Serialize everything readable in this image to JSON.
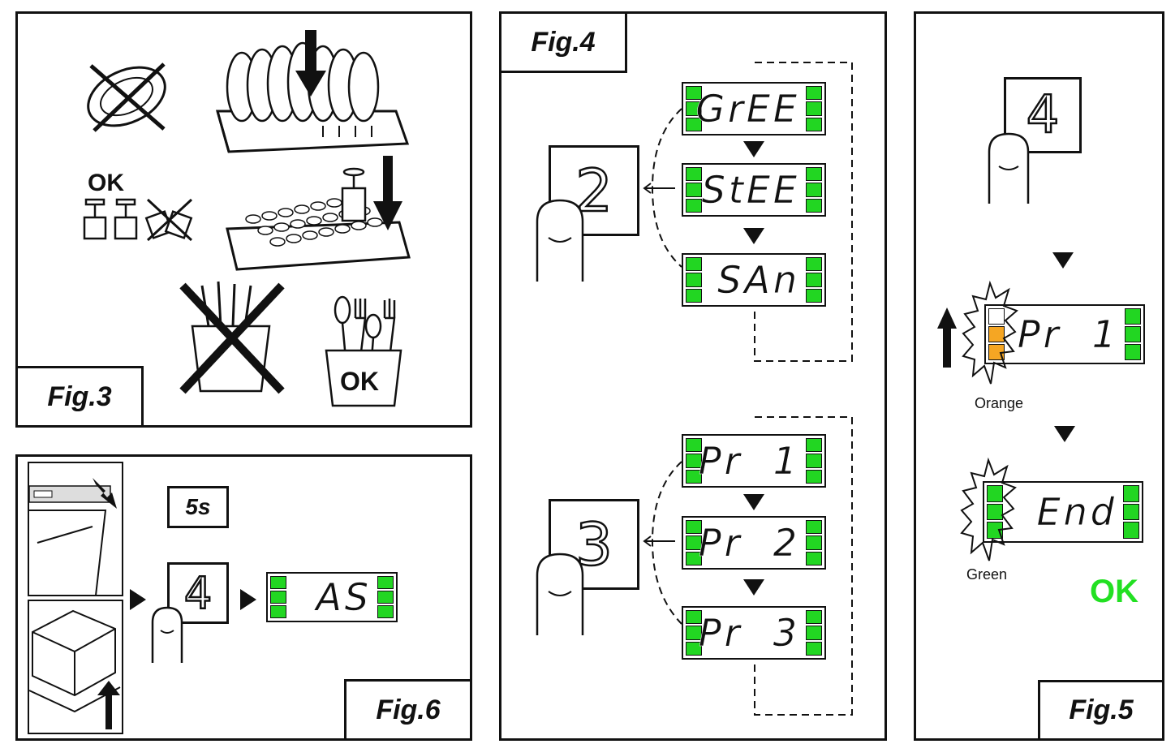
{
  "fig3": {
    "label": "Fig.3",
    "ok_glasses": "OK",
    "ok_cutlery": "OK"
  },
  "fig4": {
    "label": "Fig.4",
    "key_top": "2",
    "key_bottom": "3",
    "top_group": [
      "GrEE",
      "StEE",
      "SAn"
    ],
    "bottom_group": [
      "Pr  1",
      "Pr  2",
      "Pr  3"
    ]
  },
  "fig5": {
    "label": "Fig.5",
    "key": "4",
    "display_1": "Pr  1",
    "display_2": "End",
    "orange_label": "Orange",
    "green_label": "Green",
    "ok": "OK"
  },
  "fig6": {
    "label": "Fig.6",
    "time": "5s",
    "key": "4",
    "display": "AS"
  },
  "colors": {
    "led_green": "#22d622",
    "led_orange": "#f5a623",
    "ok_green": "#22e022"
  }
}
